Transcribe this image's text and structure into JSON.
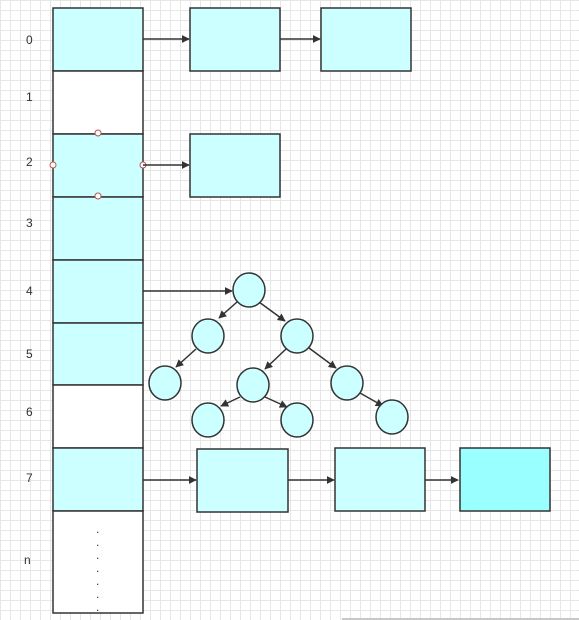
{
  "colors": {
    "cell_fill": "#ccffff",
    "empty_fill": "#ffffff",
    "highlight_fill": "#99ffff",
    "stroke": "#333333",
    "handle": "#b85450"
  },
  "bucket_labels": [
    "0",
    "1",
    "2",
    "3",
    "4",
    "5",
    "6",
    "7",
    "n"
  ],
  "bucket_filled": [
    true,
    false,
    true,
    true,
    true,
    true,
    false,
    true,
    false
  ],
  "continuation_dots": [
    ".",
    ".",
    ".",
    ".",
    ".",
    ".",
    "."
  ]
}
